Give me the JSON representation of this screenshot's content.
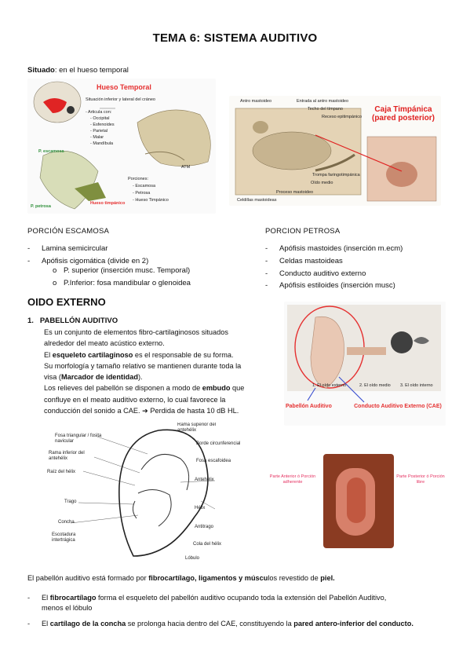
{
  "title": "TEMA 6: SISTEMA AUDITIVO",
  "situado": {
    "label": "Situado",
    "text": ": en el hueso temporal"
  },
  "fig1": {
    "title": "Hueso Temporal",
    "subtitle": "Situación inferior y lateral del cráneo",
    "articula": [
      "- Articula con:",
      "- Occipital",
      "- Esfenoides",
      "- Parietal",
      "- Malar",
      "- Mandíbula"
    ],
    "atm": "ATM",
    "p_escamosa": "P. escamosa",
    "p_petrosa": "P. petrosa",
    "hueso_timpanico": "Hueso timpánico",
    "porciones": [
      "Porciones:",
      "- Escamosa",
      "- Petrosa",
      "- Hueso Timpánico"
    ]
  },
  "fig2": {
    "labels": [
      "Antro mastoideo",
      "Entrada al antro mastoideo",
      "Techo del tímpano",
      "Receso epitimpánico",
      "Trompa faringotimpánica",
      "Oído medio",
      "Proceso mastoideo",
      "Celdillas mastoideas"
    ],
    "caption": "Caja Timpánica (pared posterior)"
  },
  "escamosa": {
    "heading": "PORCIÓN ESCAMOSA",
    "items": [
      "Lamina semicircular",
      "Apófisis cigomática (divide en 2)"
    ],
    "sub": [
      "P. superior (inserción musc. Temporal)",
      "P.Inferior: fosa mandibular o glenoidea"
    ]
  },
  "petrosa": {
    "heading": "PORCION PETROSA",
    "items": [
      "Apófisis mastoides (inserción m.ecm)",
      "Celdas mastoideas",
      "Conducto auditivo externo",
      "Apófisis estiloides (inserción musc)"
    ]
  },
  "oido_externo": "OIDO EXTERNO",
  "pabellon": {
    "num": "1.",
    "heading": "PABELLÓN AUDITIVO",
    "l1": "Es un conjunto de elementos fibro-cartilaginosos situados",
    "l2": "alrededor del meato acústico externo.",
    "l3a": "El ",
    "l3b": "esqueleto cartilaginoso",
    "l3c": " es el responsable de su forma.",
    "l4": "Su morfología y tamaño relativo se mantienen durante toda la",
    "l5a": "visa (",
    "l5b": "Marcador de identidad",
    "l5c": ").",
    "l6a": "Los relieves del pabellón se disponen a modo de ",
    "l6b": "embudo",
    "l6c": " que",
    "l7": "confluye en el meato auditivo externo, lo cual favorece la",
    "l8": "conducción del sonido a CAE. ➔ Perdida de hasta 10 dB HL."
  },
  "fig3": {
    "sections": [
      "1. El oído externo",
      "2. El oído medio",
      "3. El oído interno"
    ],
    "pabellon": "Pabellón Auditivo",
    "cae": "Conducto Auditivo Externo (CAE)"
  },
  "fig4": {
    "labels": [
      "Rama superior del antehélix",
      "Fosa triangular / fosita navicular",
      "Borde circunferencial",
      "Rama inferior del antehélix",
      "Fosa escafoidea",
      "Raíz del hélix",
      "Antehélix",
      "Hélix",
      "Trago",
      "Antitrago",
      "Concha",
      "Escotadura intertrágica",
      "Cola del hélix",
      "Lóbulo"
    ]
  },
  "fig5": {
    "anterior": "Parte Anterior ó Porción adherente",
    "posterior": "Parte Posterior ó Porción libre"
  },
  "bottom": {
    "p1a": "El pabellón auditivo está formado por ",
    "p1b": "fibrocartílago, ligamentos y múscu",
    "p1c": "los revestido de ",
    "p1d": "piel.",
    "b1a": "El ",
    "b1b": "fibrocartílago",
    "b1c": " forma el esqueleto del pabellón auditivo ocupando toda la extensión del Pabellón Auditivo,",
    "b1d": "menos el lóbulo",
    "b2a": "El ",
    "b2b": "cartílago de la concha",
    "b2c": " se prolonga hacia dentro del CAE, constituyendo la ",
    "b2d": "pared antero-inferior del conducto."
  },
  "colors": {
    "red": "#e53030",
    "green": "#2f8f3a",
    "blue": "#3a4fd0",
    "bone": "#dccfb2"
  }
}
